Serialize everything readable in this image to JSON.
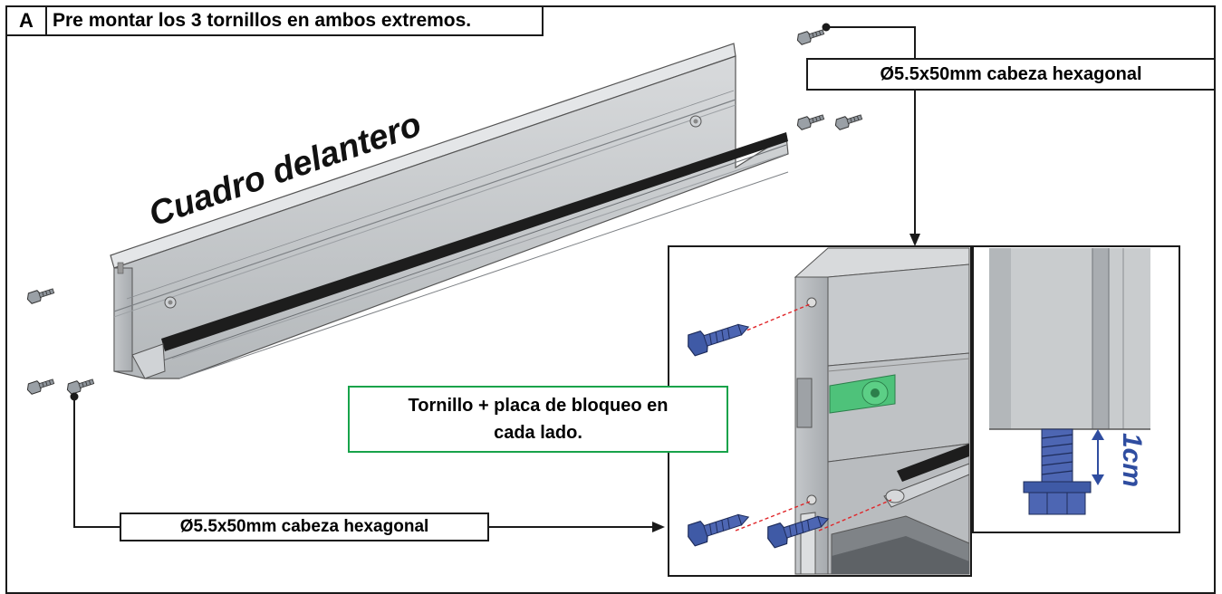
{
  "step": {
    "letter": "A",
    "instruction": "Pre montar los 3 tornillos en ambos extremos."
  },
  "part_name": "Cuadro delantero",
  "screw_spec_top": "Ø5.5x50mm cabeza hexagonal",
  "screw_spec_bottom": "Ø5.5x50mm cabeza hexagonal",
  "callout": {
    "line1": "Tornillo + placa de bloqueo en",
    "line2": "cada lado."
  },
  "measure": "1cm",
  "colors": {
    "callout_border": "#17a34a",
    "lock_plate": "#4ec27a",
    "screw": "#3f5aa6",
    "measure": "#2f4da0"
  }
}
